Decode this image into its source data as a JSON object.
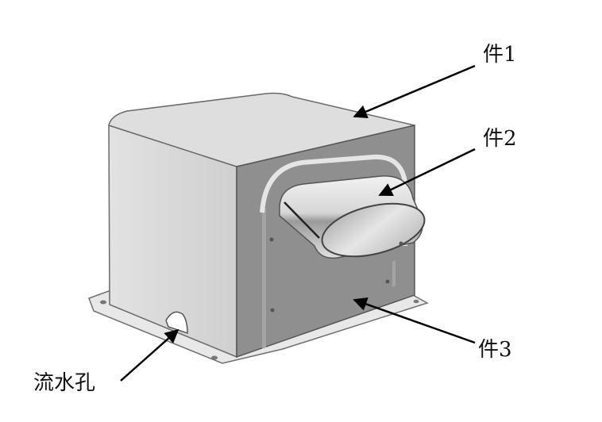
{
  "labels": {
    "part1": "件1",
    "part2": "件2",
    "part3": "件3",
    "drain_hole": "流水孔"
  },
  "colors": {
    "top_face": "#dcdcdc",
    "left_face": "#d2d2d2",
    "front_face": "#8e8e8e",
    "flange": "#e6e6e6",
    "pipe_outer": "#d9d9d9",
    "pipe_inner": "#bdbdbd",
    "arrow": "#000000"
  }
}
